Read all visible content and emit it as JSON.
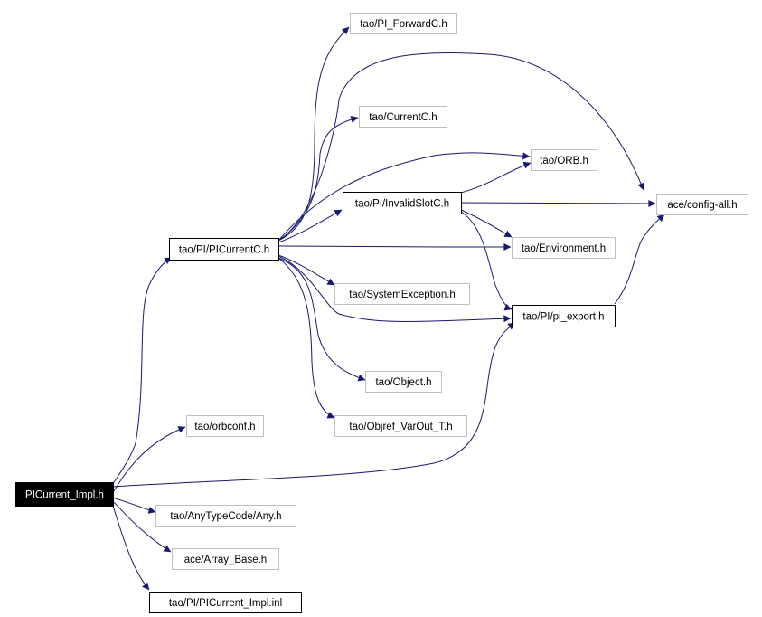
{
  "colors": {
    "edge": "#191970",
    "border_plain": "#000000",
    "border_external": "#bfbfbf",
    "root_fill": "#000000",
    "root_text": "#ffffff",
    "text": "#000000"
  },
  "nodes": [
    {
      "id": "root",
      "label": "PICurrent_Impl.h",
      "style": "root"
    },
    {
      "id": "picurrentc",
      "label": "tao/PI/PICurrentC.h",
      "style": "plain"
    },
    {
      "id": "pi_forwardc",
      "label": "tao/PI_ForwardC.h",
      "style": "external"
    },
    {
      "id": "currentc",
      "label": "tao/CurrentC.h",
      "style": "external"
    },
    {
      "id": "orb",
      "label": "tao/ORB.h",
      "style": "external"
    },
    {
      "id": "invalidslotc",
      "label": "tao/PI/InvalidSlotC.h",
      "style": "plain"
    },
    {
      "id": "config_all",
      "label": "ace/config-all.h",
      "style": "external"
    },
    {
      "id": "environment",
      "label": "tao/Environment.h",
      "style": "external"
    },
    {
      "id": "systemexception",
      "label": "tao/SystemException.h",
      "style": "external"
    },
    {
      "id": "pi_export",
      "label": "tao/PI/pi_export.h",
      "style": "plain"
    },
    {
      "id": "object",
      "label": "tao/Object.h",
      "style": "external"
    },
    {
      "id": "objref_varout",
      "label": "tao/Objref_VarOut_T.h",
      "style": "external"
    },
    {
      "id": "orbconf",
      "label": "tao/orbconf.h",
      "style": "external"
    },
    {
      "id": "any",
      "label": "tao/AnyTypeCode/Any.h",
      "style": "external"
    },
    {
      "id": "array_base",
      "label": "ace/Array_Base.h",
      "style": "external"
    },
    {
      "id": "picurrent_impl_inl",
      "label": "tao/PI/PICurrent_Impl.inl",
      "style": "plain"
    }
  ],
  "edges": [
    {
      "from": "root",
      "to": "picurrentc"
    },
    {
      "from": "root",
      "to": "orbconf"
    },
    {
      "from": "root",
      "to": "pi_export"
    },
    {
      "from": "root",
      "to": "any"
    },
    {
      "from": "root",
      "to": "array_base"
    },
    {
      "from": "root",
      "to": "picurrent_impl_inl"
    },
    {
      "from": "picurrentc",
      "to": "pi_forwardc"
    },
    {
      "from": "picurrentc",
      "to": "config_all"
    },
    {
      "from": "picurrentc",
      "to": "currentc"
    },
    {
      "from": "picurrentc",
      "to": "orb"
    },
    {
      "from": "picurrentc",
      "to": "invalidslotc"
    },
    {
      "from": "picurrentc",
      "to": "environment"
    },
    {
      "from": "picurrentc",
      "to": "systemexception"
    },
    {
      "from": "picurrentc",
      "to": "pi_export"
    },
    {
      "from": "picurrentc",
      "to": "object"
    },
    {
      "from": "picurrentc",
      "to": "objref_varout"
    },
    {
      "from": "invalidslotc",
      "to": "orb"
    },
    {
      "from": "invalidslotc",
      "to": "config_all"
    },
    {
      "from": "invalidslotc",
      "to": "environment"
    },
    {
      "from": "invalidslotc",
      "to": "pi_export"
    },
    {
      "from": "pi_export",
      "to": "config_all"
    }
  ]
}
